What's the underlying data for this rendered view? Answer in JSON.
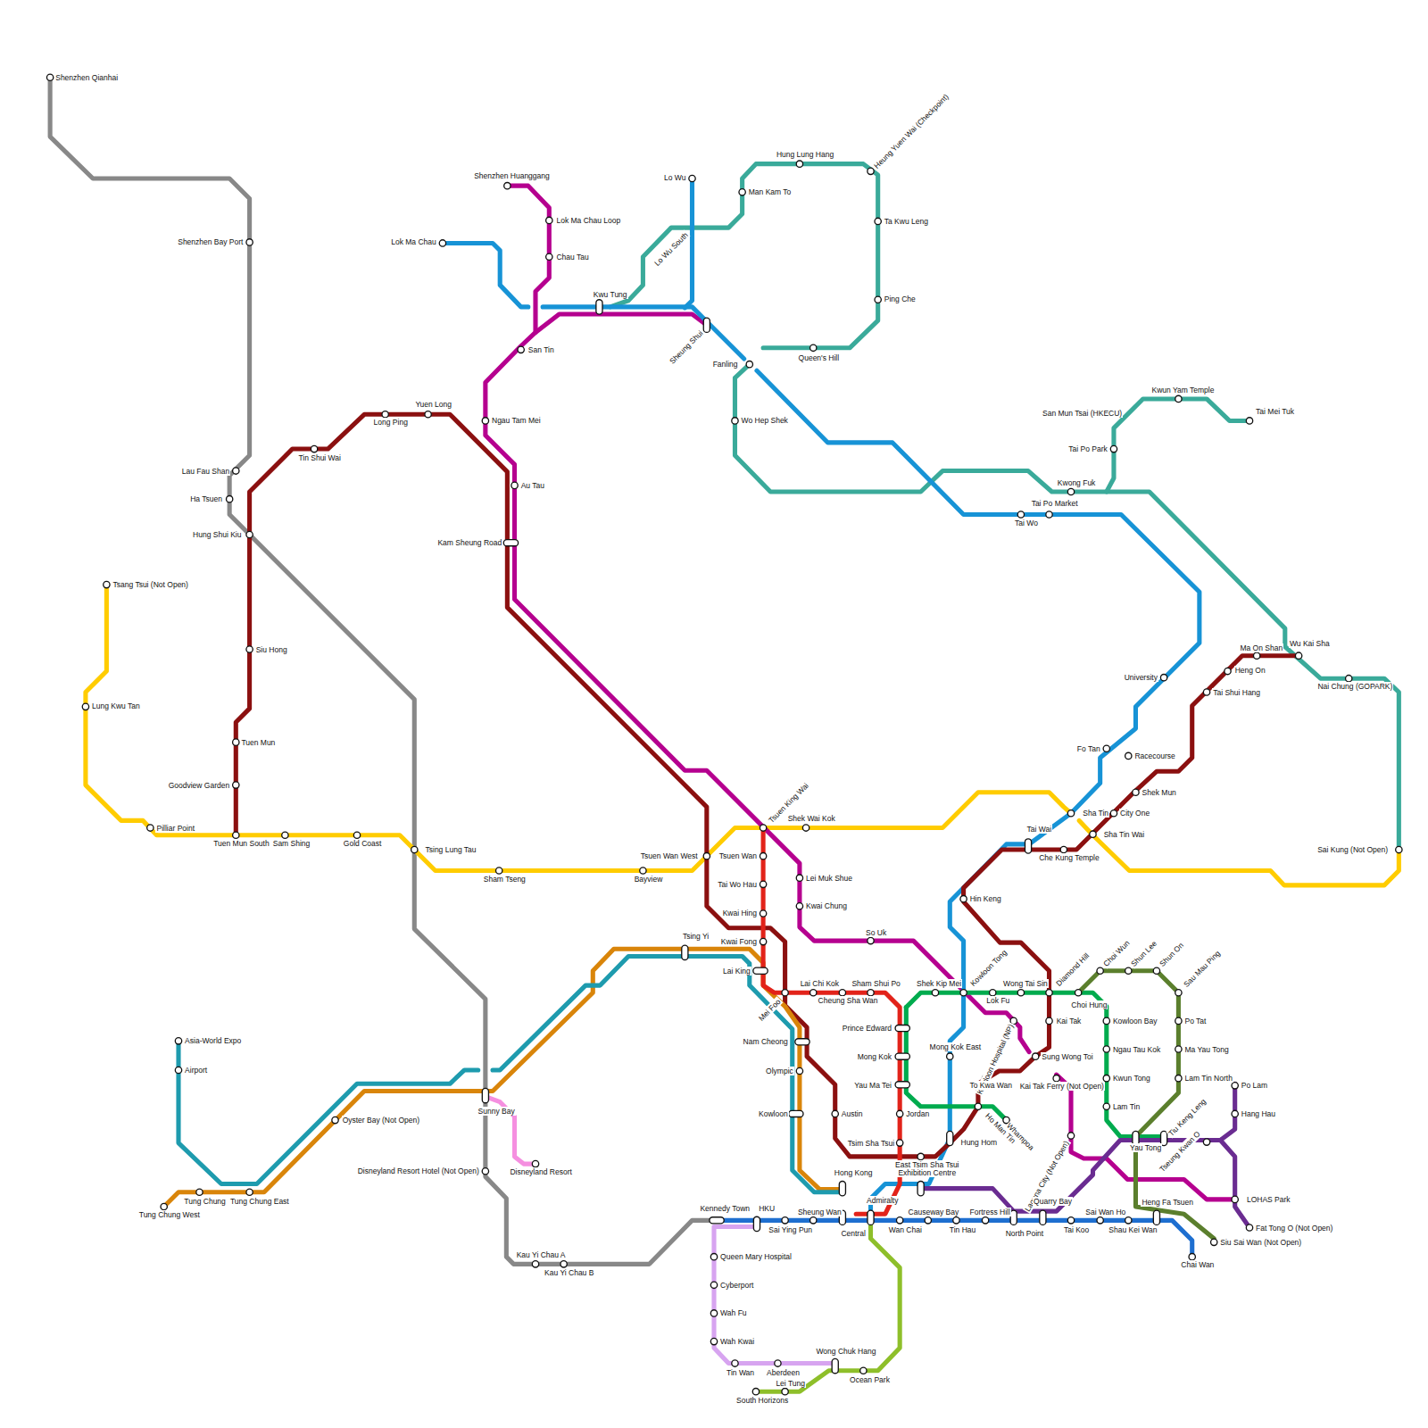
{
  "diagram": {
    "labels": [
      "Shenzhen Qianhai",
      "Shenzhen Bay Port",
      "Lau Fau Shan",
      "Ha Tsuen",
      "Hung Shui Kiu",
      "Tin Shui Wai",
      "Long Ping",
      "Yuen Long",
      "Siu Hong",
      "Tuen Mun",
      "Goodview Garden",
      "Tuen Mun South",
      "Sam Shing",
      "Gold Coast",
      "Tsang Tsui (Not Open)",
      "Lung Kwu Tan",
      "Pilliar Point",
      "Tsing Lung Tau",
      "Sham Tseng",
      "Bayview",
      "Tsuen Wan West",
      "Shenzhen Huanggang",
      "Lok Ma Chau Loop",
      "Chau Tau",
      "Lok Ma Chau",
      "San Tin",
      "Ngau Tam Mei",
      "Au Tau",
      "Kam Sheung Road",
      "Kwu Tung",
      "Lo Wu",
      "Lo Wu South",
      "Sheung Shui",
      "Fanling",
      "Man Kam To",
      "Hung Lung Hang",
      "Heung Yuen Wai (Checkpoint)",
      "Ta Kwu Leng",
      "Ping Che",
      "Queen's Hill",
      "Wo Hep Shek",
      "Tai Wo",
      "Tai Po Market",
      "Kwong Fuk",
      "San Mun Tsai (HKECU)",
      "Tai Po Park",
      "Kwun Yam Temple",
      "Tai Mei Tuk",
      "University",
      "Ma On Shan",
      "Wu Kai Sha",
      "Heng On",
      "Tai Shui Hang",
      "Nai Chung (GOPARK)",
      "Fo Tan",
      "Racecourse",
      "Shek Mun",
      "City One",
      "Sha Tin",
      "Sha Tin Wai",
      "Tai Wai",
      "Che Kung Temple",
      "Hin Keng",
      "Sai Kung (Not Open)",
      "Tsuen King Wai",
      "Shek Wai Kok",
      "Tsuen Wan",
      "Tai Wo Hau",
      "Kwai Hing",
      "Kwai Fong",
      "Lai King",
      "Tsing Yi",
      "Lei Muk Shue",
      "Kwai Chung",
      "So Uk",
      "Lai Chi Kok",
      "Cheung Sha Wan",
      "Sham Shui Po",
      "Shek Kip Mei",
      "Kowloon Tong",
      "Lok Fu",
      "Wong Tai Sin",
      "Diamond Hill",
      "Choi Hung",
      "Choi Wun",
      "Shun Lee",
      "Shun On",
      "Sau Mau Ping",
      "Po Tat",
      "Ma Yau Tong",
      "Lam Tin North",
      "Mei Foo",
      "Nam Cheong",
      "Olympic",
      "Kowloon",
      "Austin",
      "Prince Edward",
      "Mong Kok",
      "Yau Ma Tei",
      "Jordan",
      "Tsim Sha Tsui",
      "East Tsim Sha Tsui",
      "Exhibition Centre",
      "Hung Hom",
      "Mong Kok East",
      "Kowloon Hospital (NP)",
      "Kai Tak",
      "Sung Wong Toi",
      "To Kwa Wan",
      "Kai Tak Ferry (Not Open)",
      "Ho Man Tin",
      "Whampoa",
      "Laguna City (Not Open)",
      "Kowloon Bay",
      "Ngau Tau Kok",
      "Kwun Tong",
      "Lam Tin",
      "Yau Tong",
      "Tiu Keng Leng",
      "Tseung Kwan O",
      "Po Lam",
      "Hang Hau",
      "LOHAS Park",
      "Fat Tong O (Not Open)",
      "Siu Sai Wan (Not Open)",
      "Heng Fa Tsuen",
      "Chai Wan",
      "Hong Kong",
      "Asia-World Expo",
      "Airport",
      "Tung Chung",
      "Tung Chung East",
      "Tung Chung West",
      "Oyster Bay (Not Open)",
      "Sunny Bay",
      "Disneyland Resort",
      "Disneyland Resort Hotel (Not Open)",
      "Kau Yi Chau A",
      "Kau Yi Chau B",
      "Kennedy Town",
      "HKU",
      "Sai Ying Pun",
      "Sheung Wan",
      "Central",
      "Admiralty",
      "Wan Chai",
      "Causeway Bay",
      "Tin Hau",
      "Fortress Hill",
      "North Point",
      "Quarry Bay",
      "Tai Koo",
      "Sai Wan Ho",
      "Shau Kei Wan",
      "Queen Mary Hospital",
      "Cyberport",
      "Wah Fu",
      "Wah Kwai",
      "Tin Wan",
      "Aberdeen",
      "Wong Chuk Hang",
      "Ocean Park",
      "Lei Tung",
      "South Horizons"
    ]
  }
}
